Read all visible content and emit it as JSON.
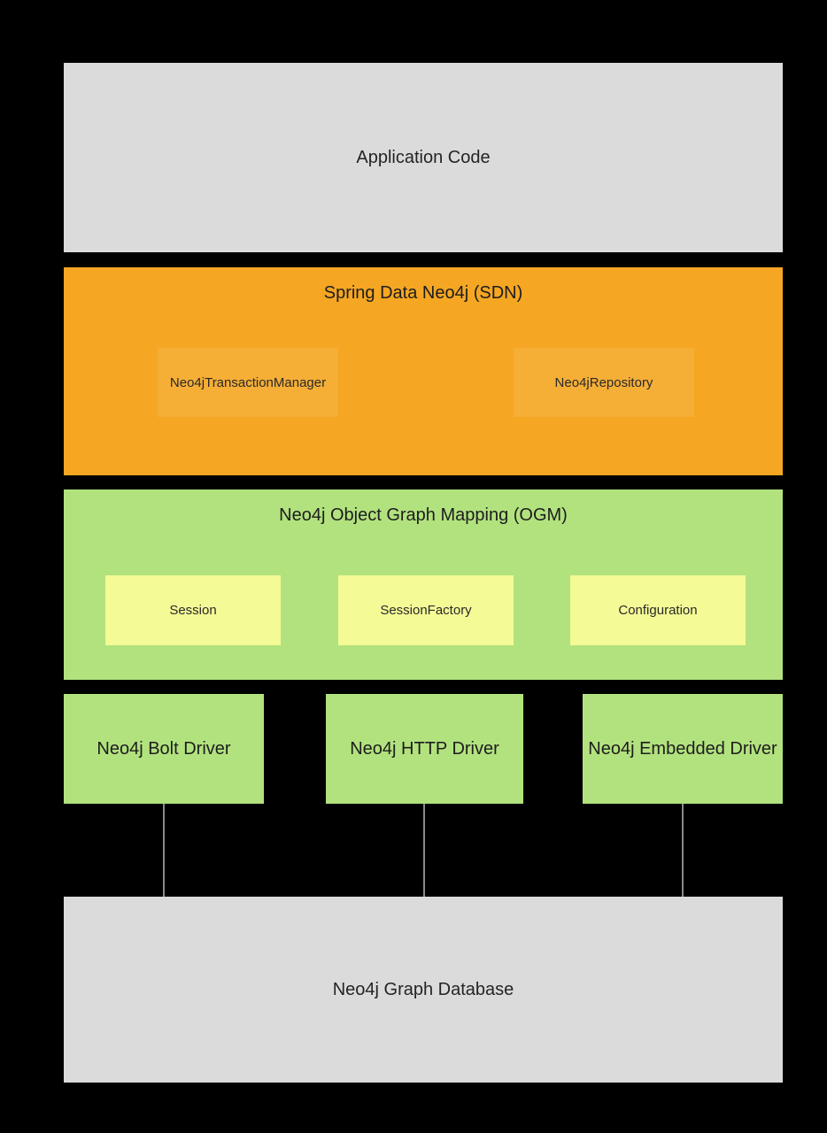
{
  "diagram": {
    "background_color": "#000000",
    "colors": {
      "gray_box": "#dbdbdb",
      "sdn_orange": "#f5a623",
      "green": "#b2e27e",
      "yellow": "#f4fa96",
      "connector_line": "#8a8a8a"
    },
    "layers": {
      "application": {
        "label": "Application Code"
      },
      "sdn": {
        "title": "Spring Data Neo4j (SDN)",
        "components": [
          {
            "label": "Neo4jTransactionManager"
          },
          {
            "label": "Neo4jRepository"
          }
        ]
      },
      "ogm": {
        "title": "Neo4j Object Graph Mapping (OGM)",
        "components": [
          {
            "label": "Session"
          },
          {
            "label": "SessionFactory"
          },
          {
            "label": "Configuration"
          }
        ]
      },
      "drivers": [
        {
          "label": "Neo4j Bolt Driver"
        },
        {
          "label": "Neo4j HTTP Driver"
        },
        {
          "label": "Neo4j Embedded Driver"
        }
      ],
      "database": {
        "label": "Neo4j Graph Database"
      }
    }
  }
}
